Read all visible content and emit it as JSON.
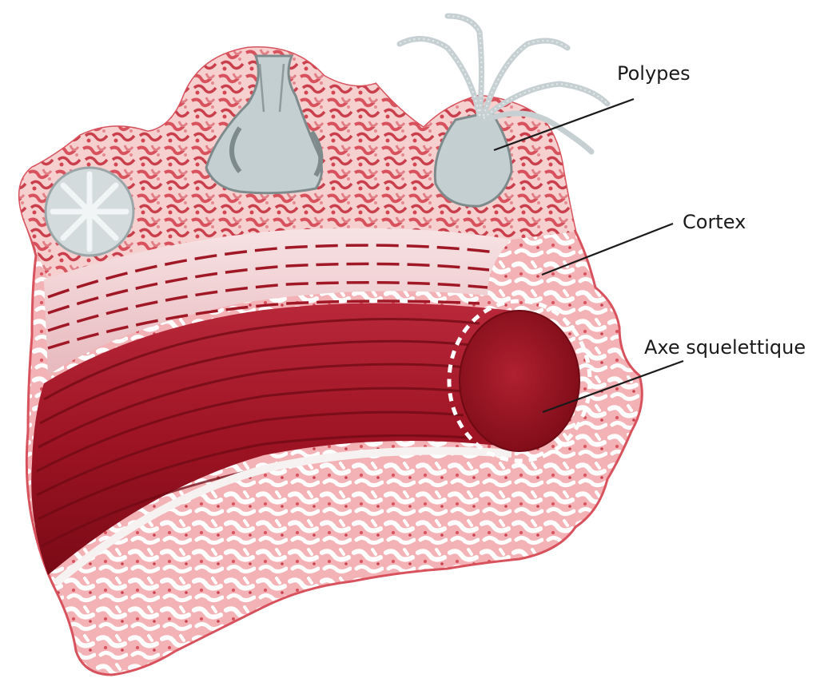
{
  "labels": {
    "polypes": "Polypes",
    "cortex": "Cortex",
    "axe": "Axe squelettique"
  },
  "colors": {
    "cortex_pink": "#f2b8b8",
    "cortex_red": "#d9555e",
    "axis_red": "#a01826",
    "axis_dark": "#6e0a14",
    "polyp_grey": "#c9d2d4",
    "leader_line": "#1a1a1a"
  },
  "icons": [
    "polyp-illustration",
    "coral-section-illustration"
  ]
}
